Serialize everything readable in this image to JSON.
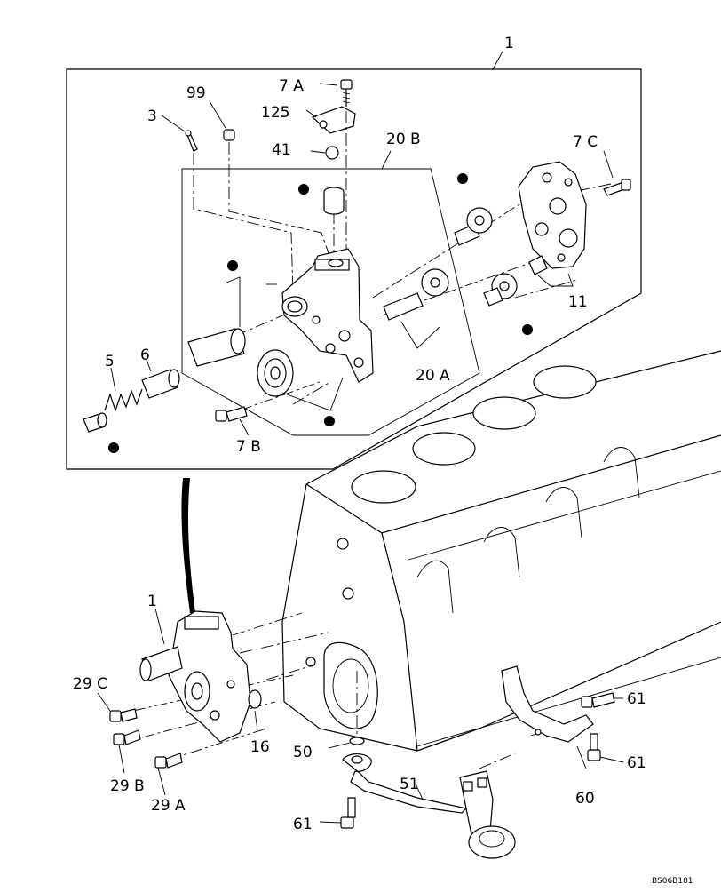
{
  "labels": {
    "l1_top": "1",
    "l7a": "7 A",
    "l125": "125",
    "l99": "99",
    "l3": "3",
    "l41": "41",
    "l20b": "20 B",
    "l7c": "7 C",
    "l11": "11",
    "l20a": "20 A",
    "l5": "5",
    "l6": "6",
    "l7b": "7 B",
    "l1_bottom": "1",
    "l29c": "29 C",
    "l29b": "29 B",
    "l29a": "29 A",
    "l16": "16",
    "l50": "50",
    "l51": "51",
    "l61_a": "61",
    "l61_b": "61",
    "l61_c": "61",
    "l60": "60"
  },
  "drawing_code": "BS06B181"
}
